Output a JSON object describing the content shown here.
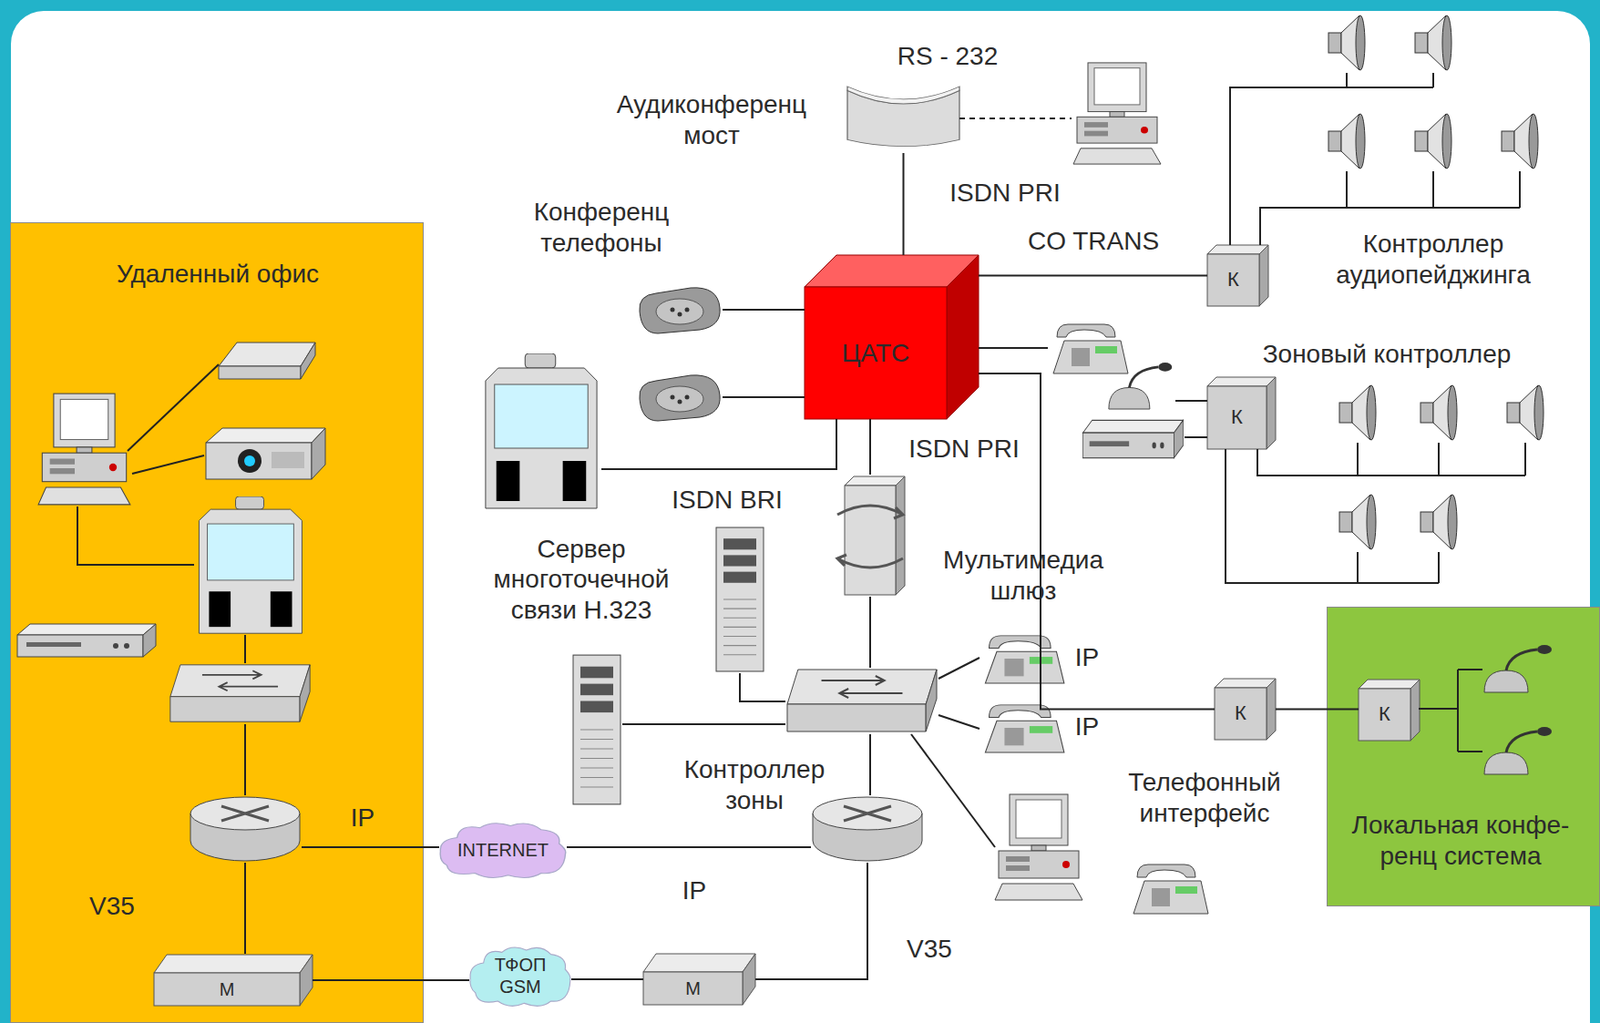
{
  "diagram": {
    "nodes": [
      {
        "text": [
          "Удаленный офис"
        ]
      },
      {
        "text": [
          "Аудиконференц мост"
        ]
      },
      {
        "text": [
          "ЦАТС"
        ]
      },
      {
        "text": [
          "К",
          "Контроллер аудиопейджинга"
        ]
      },
      {
        "text": [
          "К",
          "Зоновый контроллер"
        ]
      },
      {
        "text": [
          "Сервер многоточечной связи H.323"
        ]
      },
      {
        "text": [
          "Мультимедиа шлюз"
        ]
      },
      {
        "text": [
          "Контроллер зоны"
        ]
      },
      {
        "text": [
          "К",
          "Телефонный интерфейс"
        ]
      },
      {
        "text": [
          "Локальная конфе- ренц система"
        ]
      },
      {
        "text": [
          "К"
        ],
        "in": 9
      },
      {
        "text": [
          "INTERNET"
        ]
      },
      {
        "text": [
          "М"
        ],
        "in": 0
      },
      {
        "text": [
          "ТФОП GSM"
        ]
      },
      {
        "text": [
          "М"
        ]
      }
    ],
    "edges": [
      {
        "from": 1,
        "to": 2,
        "label": "ISDN PRI",
        "arrow": "none"
      },
      {
        "from": 2,
        "to": 3,
        "label": "CO TRANS",
        "arrow": "none"
      },
      {
        "from": 2,
        "to": 6,
        "label": "ISDN PRI",
        "arrow": "none"
      },
      {
        "from": 2,
        "to": 8,
        "arrow": "none"
      },
      {
        "from": 8,
        "to": 10,
        "arrow": "none"
      },
      {
        "from": 12,
        "to": 13,
        "arrow": "none"
      },
      {
        "from": 13,
        "to": 14,
        "arrow": "none"
      }
    ],
    "labels": [
      "RS - 232",
      "Конференц телефоны",
      "ISDN BRI",
      "IP",
      "IP",
      "IP",
      "IP",
      "V35",
      "V35"
    ]
  }
}
